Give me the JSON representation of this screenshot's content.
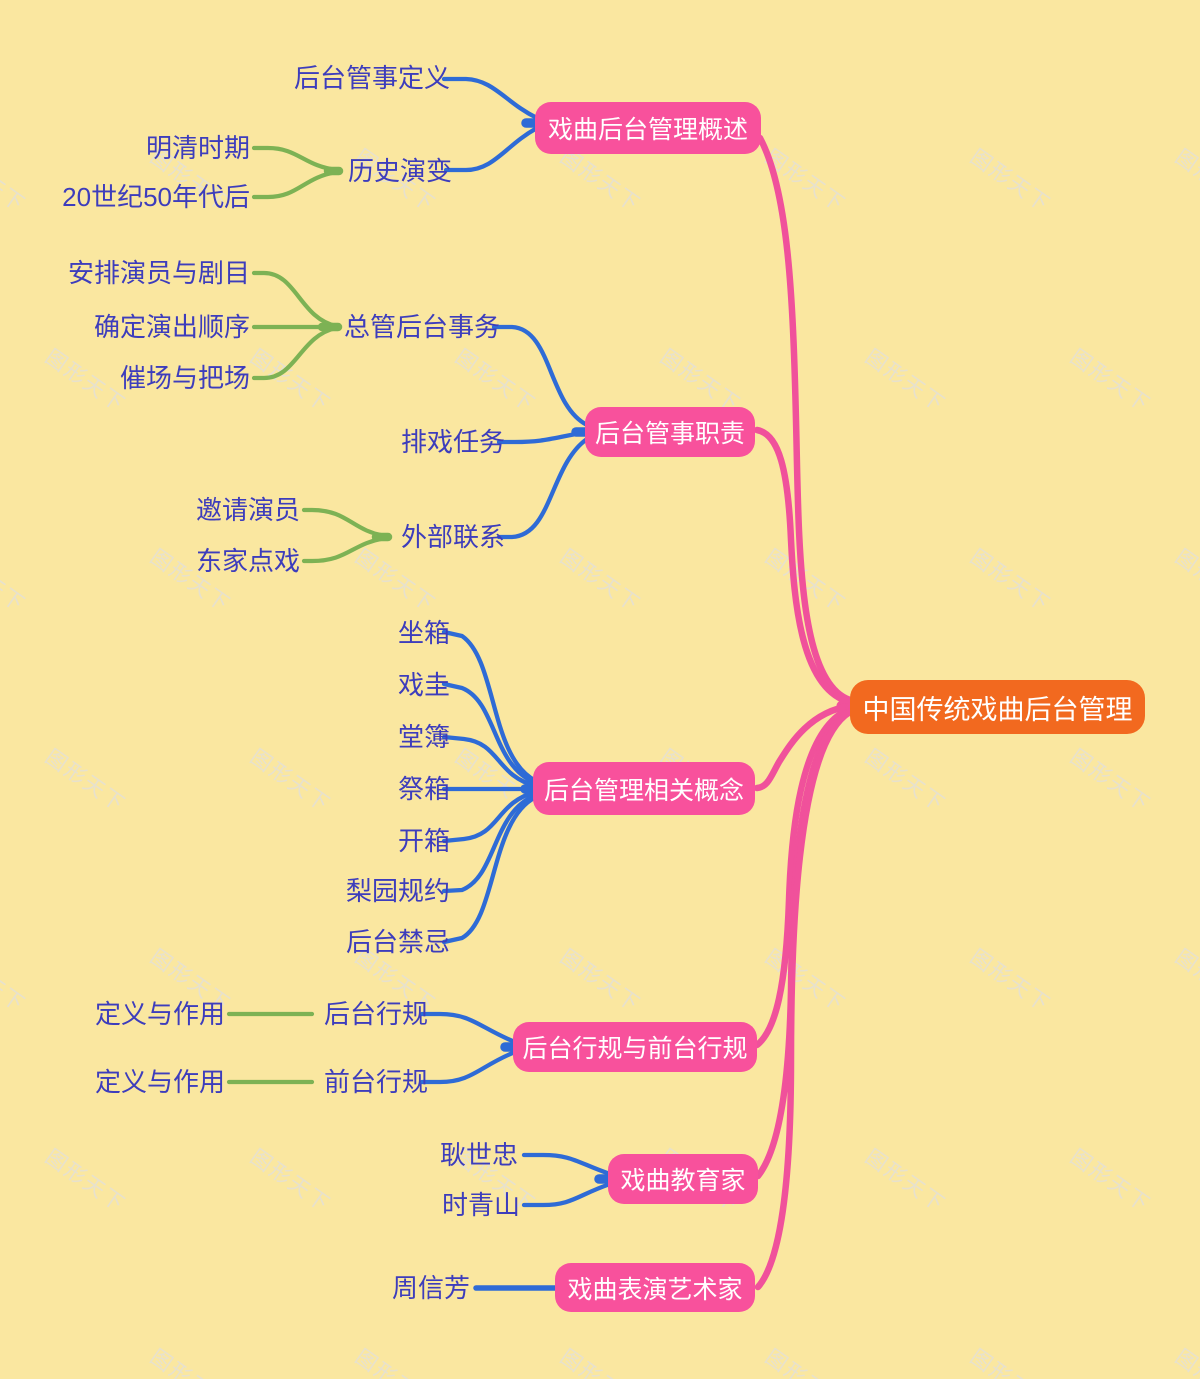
{
  "watermark": "图形天下",
  "colors": {
    "background": "#FAE7A0",
    "node_pink": "#F8519C",
    "branch_pink": "#F0519B",
    "branch_blue": "#2E6BD6",
    "branch_green": "#7DB254",
    "root_orange": "#F2691F",
    "label_text": "#3D3DBC",
    "watermark": "#DCDEE9"
  },
  "root": {
    "label": "中国传统戏曲后台管理"
  },
  "topics": [
    {
      "label": "戏曲后台管理概述",
      "children": [
        {
          "label": "后台管事定义"
        },
        {
          "label": "历史演变",
          "children": [
            {
              "label": "明清时期"
            },
            {
              "label": "20世纪50年代后"
            }
          ]
        }
      ]
    },
    {
      "label": "后台管事职责",
      "children": [
        {
          "label": "总管后台事务",
          "children": [
            {
              "label": "安排演员与剧目"
            },
            {
              "label": "确定演出顺序"
            },
            {
              "label": "催场与把场"
            }
          ]
        },
        {
          "label": "排戏任务"
        },
        {
          "label": "外部联系",
          "children": [
            {
              "label": "邀请演员"
            },
            {
              "label": "东家点戏"
            }
          ]
        }
      ]
    },
    {
      "label": "后台管理相关概念",
      "children": [
        {
          "label": "坐箱"
        },
        {
          "label": "戏圭"
        },
        {
          "label": "堂簿"
        },
        {
          "label": "祭箱"
        },
        {
          "label": "开箱"
        },
        {
          "label": "梨园规约"
        },
        {
          "label": "后台禁忌"
        }
      ]
    },
    {
      "label": "后台行规与前台行规",
      "children": [
        {
          "label": "后台行规",
          "children": [
            {
              "label": "定义与作用"
            }
          ]
        },
        {
          "label": "前台行规",
          "children": [
            {
              "label": "定义与作用"
            }
          ]
        }
      ]
    },
    {
      "label": "戏曲教育家",
      "children": [
        {
          "label": "耿世忠"
        },
        {
          "label": "时青山"
        }
      ]
    },
    {
      "label": "戏曲表演艺术家",
      "children": [
        {
          "label": "周信芳"
        }
      ]
    }
  ]
}
